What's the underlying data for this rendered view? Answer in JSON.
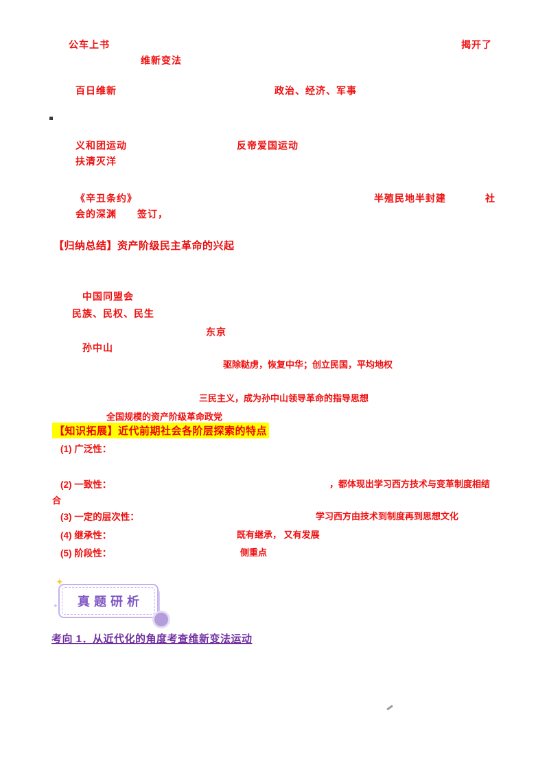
{
  "colors": {
    "answer_red": "#ee1010",
    "highlight_yellow": "#ffff00",
    "link_purple": "#7030a0",
    "badge_purple": "#7e57c2"
  },
  "top_answers": [
    {
      "text": "公车上书"
    },
    {
      "text": "揭开了"
    },
    {
      "text": "维新变法"
    },
    {
      "text": "百日维新"
    },
    {
      "text": "政治、经济、军事"
    },
    {
      "text": "义和团运动"
    },
    {
      "text": "反帝爱国运动"
    },
    {
      "text": "扶清灭洋"
    },
    {
      "text": "《辛丑条约》"
    },
    {
      "text": "半殖民地半封建"
    },
    {
      "text": "社"
    },
    {
      "text": "会的深渊"
    },
    {
      "text": "签订，"
    }
  ],
  "summary_heading": "【归纳总结】资产阶级民主革命的兴起",
  "middle_answers": [
    {
      "text": "中国同盟会"
    },
    {
      "text": "民族、民权、民生"
    },
    {
      "text": "东京"
    },
    {
      "text": "孙中山"
    },
    {
      "text": "驱除鞑虏，恢复中华；创立民国，平均地权"
    },
    {
      "text": "三民主义，成为孙中山领导革命的指导思想"
    },
    {
      "text": "全国规模的资产阶级革命政党"
    }
  ],
  "knowledge_expansion": {
    "heading": "【知识拓展】近代前期社会各阶层探索的特点",
    "points": [
      {
        "label": "(1) 广泛性：",
        "answer": ""
      },
      {
        "label": "(2) 一致性：",
        "answer": "，都体现出学习西方技术与变革制度相结",
        "answer_cont": "合"
      },
      {
        "label": "(3) 一定的层次性：",
        "answer": "学习西方由技术到制度再到思想文化"
      },
      {
        "label": "(4) 继承性：",
        "answer": "既有继承， 又有发展"
      },
      {
        "label": "(5) 阶段性：",
        "answer": "侧重点"
      }
    ]
  },
  "badge": {
    "label": "真题研析"
  },
  "exam_direction": {
    "text": "考向 1．从近代化的角度考查维新变法运动"
  }
}
